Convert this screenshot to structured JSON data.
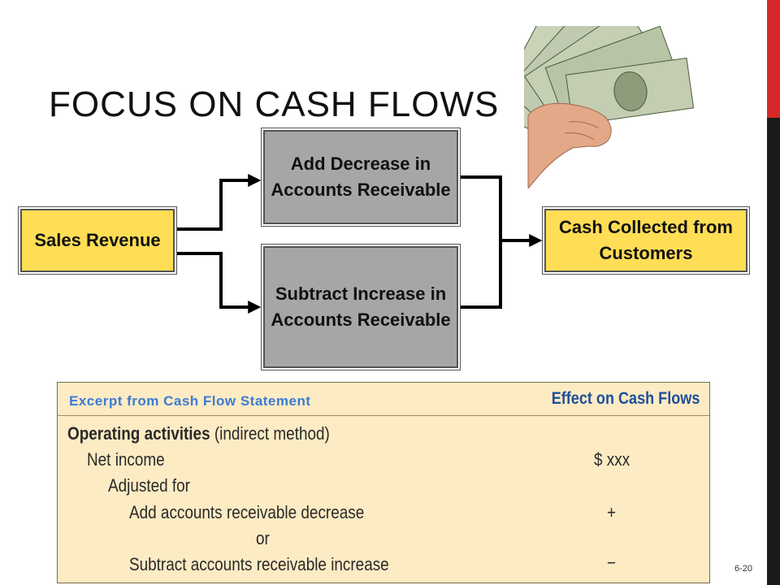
{
  "slide": {
    "title": "FOCUS ON CASH FLOWS",
    "number": "6-20"
  },
  "diagram": {
    "sales_revenue": "Sales Revenue",
    "add_decrease": "Add Decrease in Accounts Receivable",
    "subtract_increase": "Subtract Increase in Accounts Receivable",
    "cash_collected": "Cash Collected from Customers"
  },
  "excerpt": {
    "title": "Excerpt from Cash Flow Statement",
    "effect_header": "Effect on Cash Flows",
    "rows": [
      {
        "bold": "Operating activities",
        "text": " (indirect method)",
        "effect": ""
      },
      {
        "bold": "",
        "text": "Net income",
        "effect": "$ xxx"
      },
      {
        "bold": "",
        "text": "Adjusted for",
        "effect": ""
      },
      {
        "bold": "",
        "text": "Add accounts receivable decrease",
        "effect": "+"
      },
      {
        "bold": "",
        "text": "or",
        "effect": ""
      },
      {
        "bold": "",
        "text": "Subtract accounts receivable increase",
        "effect": "−"
      }
    ]
  },
  "colors": {
    "accent_red": "#d62828",
    "box_yellow": "#ffdd55",
    "box_gray": "#a6a6a6",
    "excerpt_bg": "#fdebc4",
    "excerpt_title_blue": "#3a7bd5",
    "effect_header_blue": "#1f4f9c"
  },
  "icons": {
    "money": "money-in-hand-icon"
  }
}
